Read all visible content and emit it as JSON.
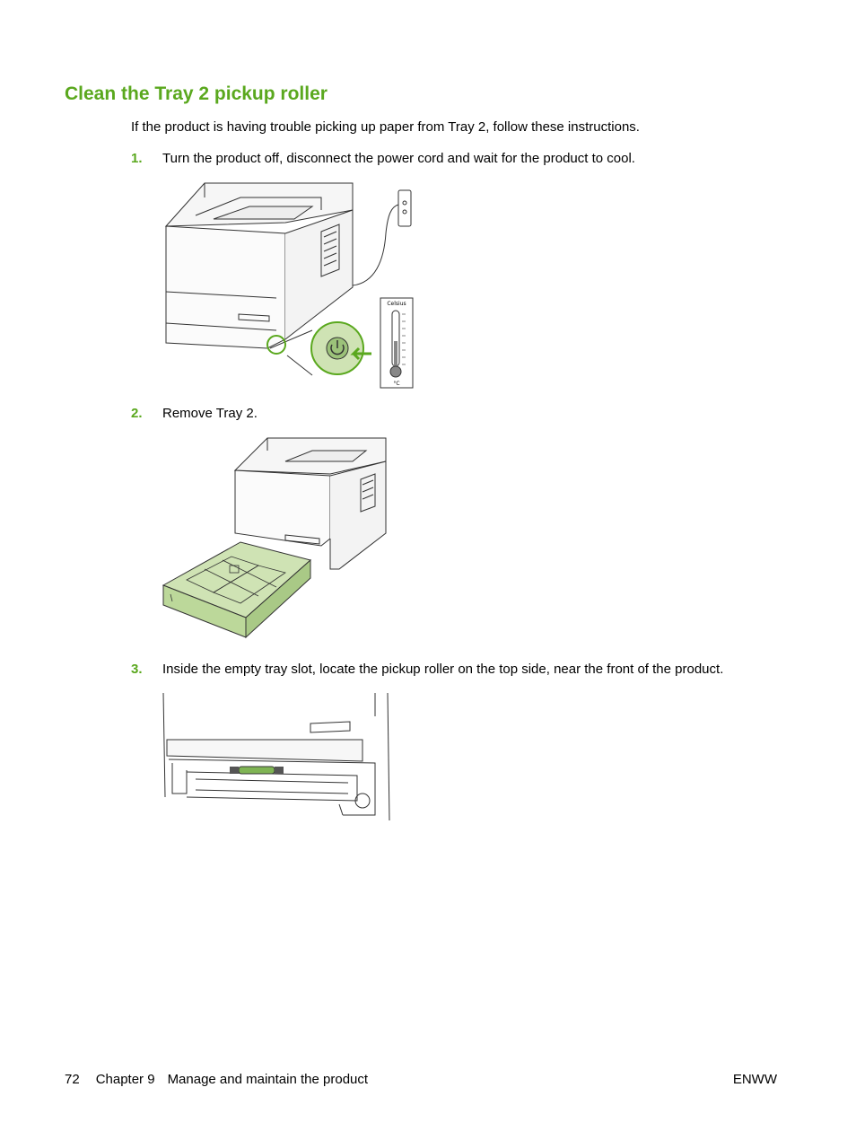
{
  "heading": "Clean the Tray 2 pickup roller",
  "intro": "If the product is having trouble picking up paper from Tray 2, follow these instructions.",
  "steps": [
    {
      "num": "1.",
      "text": "Turn the product off, disconnect the power cord and wait for the product to cool."
    },
    {
      "num": "2.",
      "text": "Remove Tray 2."
    },
    {
      "num": "3.",
      "text": "Inside the empty tray slot, locate the pickup roller on the top side, near the front of the product."
    }
  ],
  "thermometer": {
    "top_label": "Celsius",
    "unit": "°C"
  },
  "footer": {
    "page_number": "72",
    "chapter": "Chapter 9",
    "chapter_title": "Manage and maintain the product",
    "right": "ENWW"
  },
  "colors": {
    "accent": "#5aa81e",
    "illustration_green": "#cfe3b4"
  }
}
